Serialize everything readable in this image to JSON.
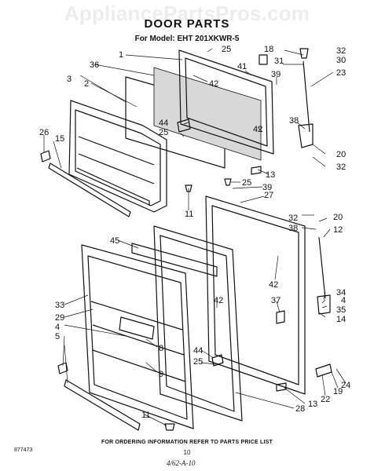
{
  "watermark": "AppliancePartsPros.com",
  "title": "DOOR PARTS",
  "model": "For Model: EHT 201XKWR-5",
  "footer": "FOR ORDERING INFORMATION REFER TO PARTS PRICE LIST",
  "page_number": "10",
  "doc_number": "877473",
  "handwritten_note": "4/62-A-10",
  "callouts": [
    {
      "id": "c1",
      "text": "1"
    },
    {
      "id": "c25a",
      "text": "25"
    },
    {
      "id": "c18",
      "text": "18"
    },
    {
      "id": "c32a",
      "text": "32"
    },
    {
      "id": "c36",
      "text": "36"
    },
    {
      "id": "c41",
      "text": "41"
    },
    {
      "id": "c31",
      "text": "31"
    },
    {
      "id": "c30",
      "text": "30"
    },
    {
      "id": "c3",
      "text": "3"
    },
    {
      "id": "c2",
      "text": "2"
    },
    {
      "id": "c42a",
      "text": "42"
    },
    {
      "id": "c39a",
      "text": "39"
    },
    {
      "id": "c23",
      "text": "23"
    },
    {
      "id": "c42b",
      "text": "42"
    },
    {
      "id": "c44a",
      "text": "44"
    },
    {
      "id": "c25b",
      "text": "25"
    },
    {
      "id": "c38a",
      "text": "38"
    },
    {
      "id": "c26",
      "text": "26"
    },
    {
      "id": "c15",
      "text": "15"
    },
    {
      "id": "c20a",
      "text": "20"
    },
    {
      "id": "c32b",
      "text": "32"
    },
    {
      "id": "c13a",
      "text": "13"
    },
    {
      "id": "c25c",
      "text": "25"
    },
    {
      "id": "c39b",
      "text": "39"
    },
    {
      "id": "c27",
      "text": "27"
    },
    {
      "id": "c11a",
      "text": "11"
    },
    {
      "id": "c32c",
      "text": "32"
    },
    {
      "id": "c20b",
      "text": "20"
    },
    {
      "id": "c38b",
      "text": "38"
    },
    {
      "id": "c12",
      "text": "12"
    },
    {
      "id": "c45",
      "text": "45"
    },
    {
      "id": "c42c",
      "text": "42"
    },
    {
      "id": "c34",
      "text": "34"
    },
    {
      "id": "c4a",
      "text": "4"
    },
    {
      "id": "c37",
      "text": "37"
    },
    {
      "id": "c35",
      "text": "35"
    },
    {
      "id": "c14",
      "text": "14"
    },
    {
      "id": "c33",
      "text": "33"
    },
    {
      "id": "c42d",
      "text": "42"
    },
    {
      "id": "c29",
      "text": "29"
    },
    {
      "id": "c8",
      "text": "8"
    },
    {
      "id": "c4b",
      "text": "4"
    },
    {
      "id": "c5",
      "text": "5"
    },
    {
      "id": "c44b",
      "text": "44"
    },
    {
      "id": "c25d",
      "text": "25"
    },
    {
      "id": "c9",
      "text": "9"
    },
    {
      "id": "c13b",
      "text": "13"
    },
    {
      "id": "c22",
      "text": "22"
    },
    {
      "id": "c19",
      "text": "19"
    },
    {
      "id": "c24",
      "text": "24"
    },
    {
      "id": "c28",
      "text": "28"
    },
    {
      "id": "c11b",
      "text": "11"
    }
  ]
}
